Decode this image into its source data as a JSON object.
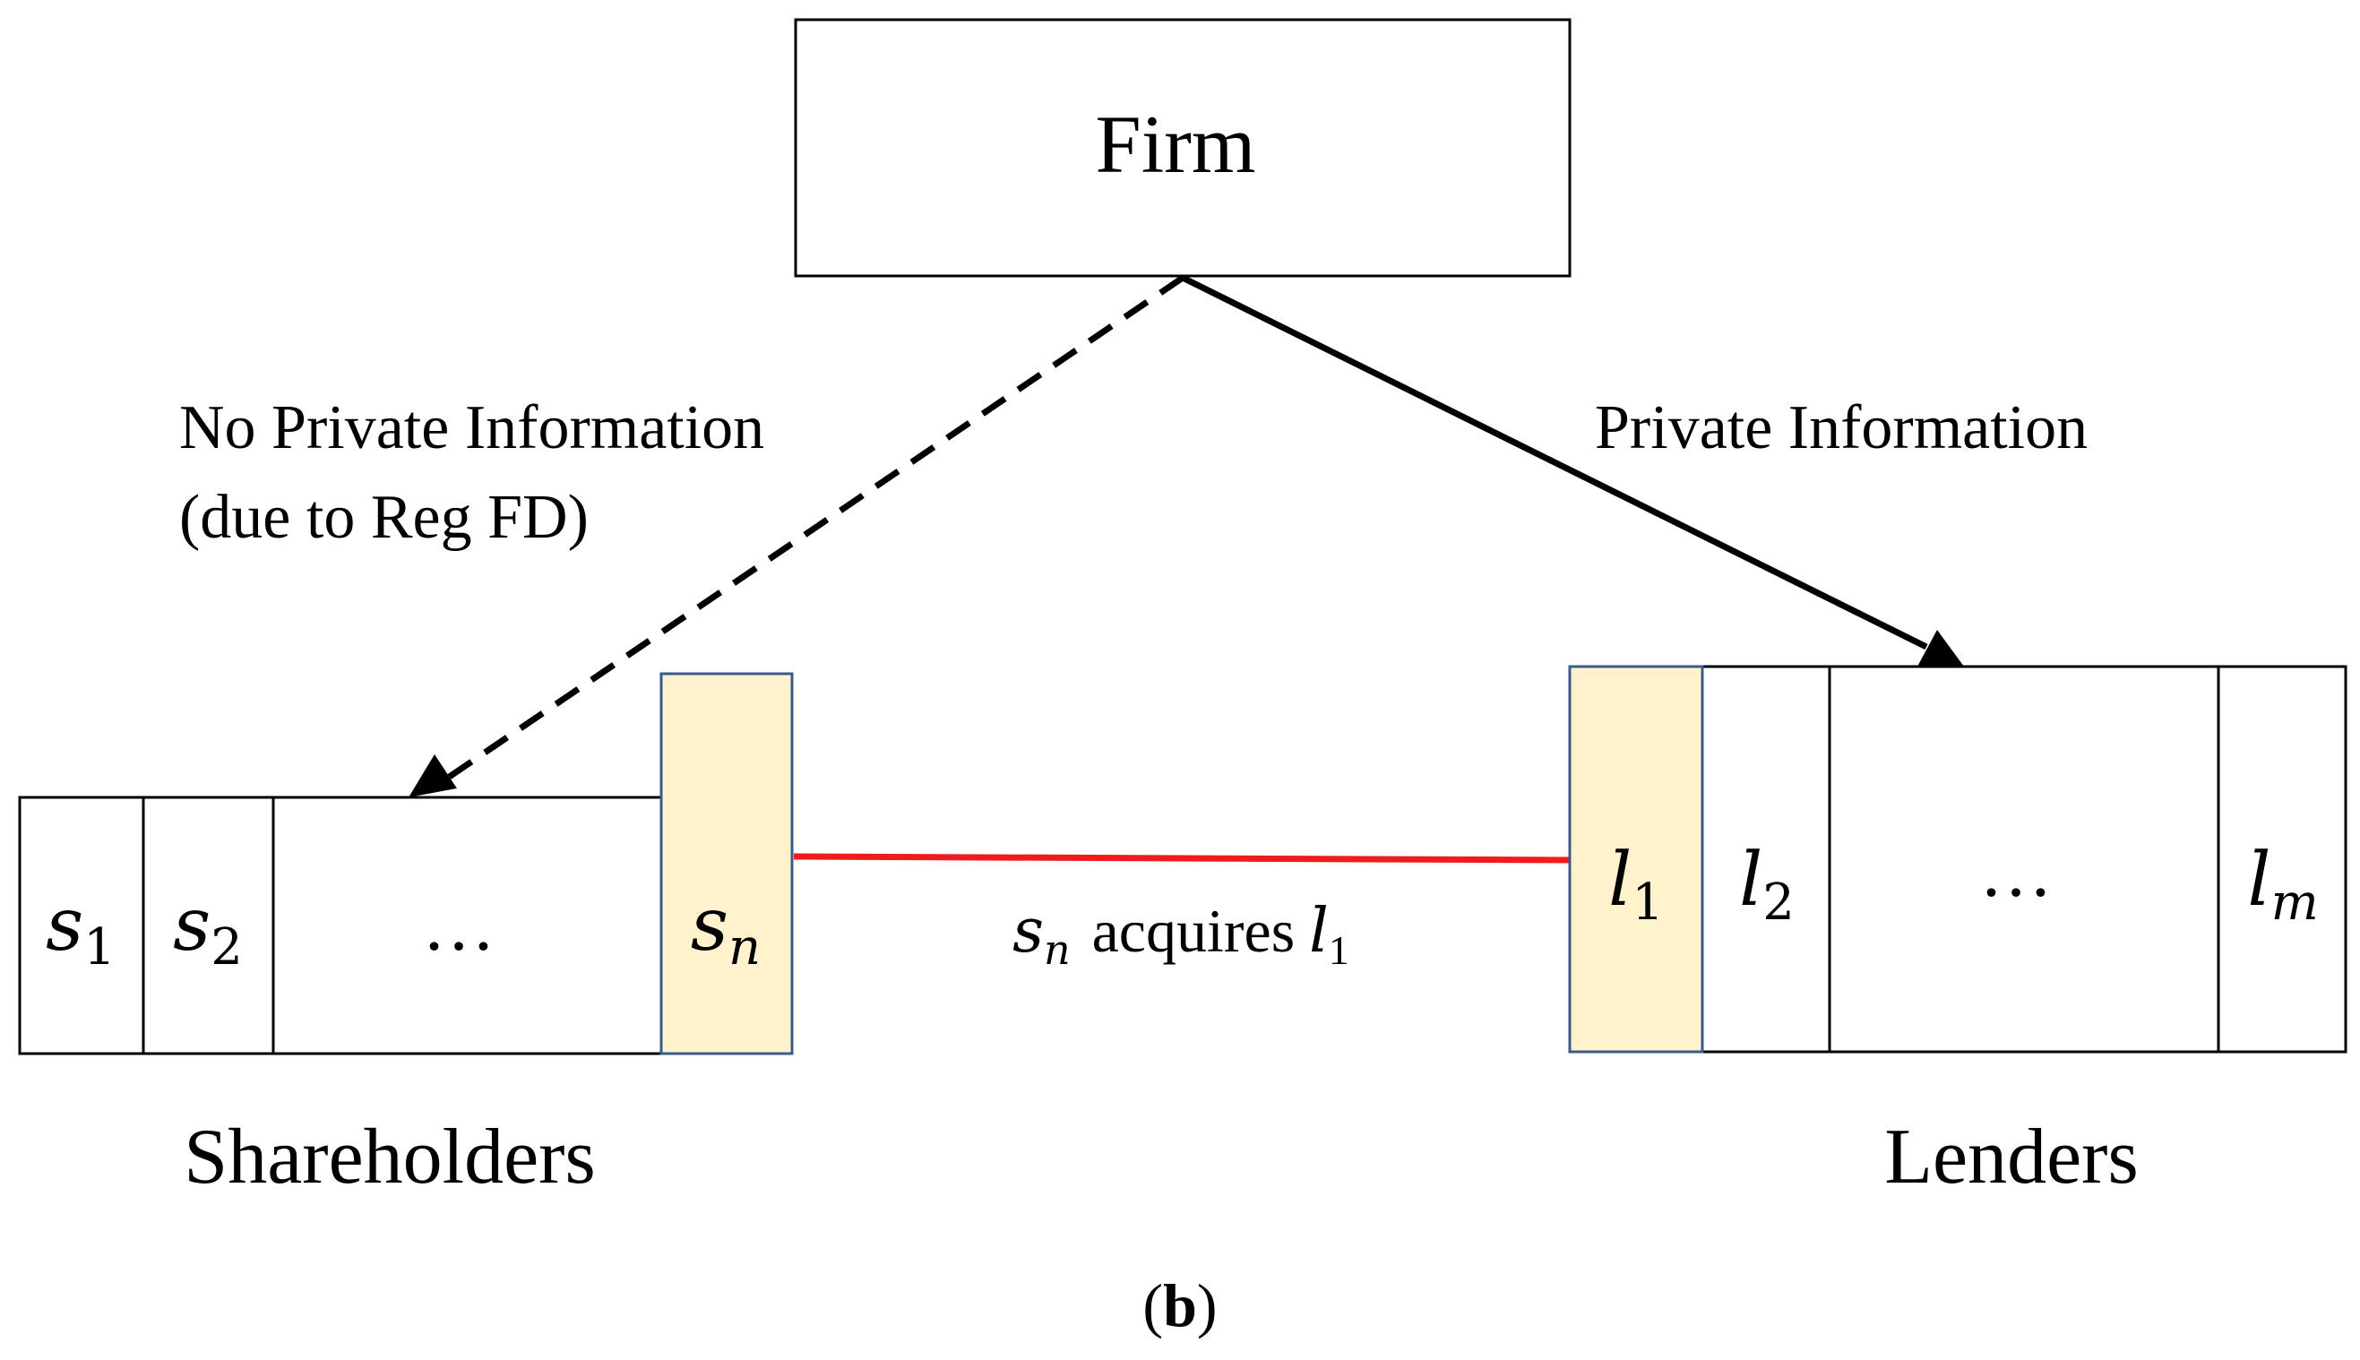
{
  "firm": {
    "label": "Firm"
  },
  "edges": {
    "no_private": {
      "line1": "No Private Information",
      "line2": "(due to Reg FD)"
    },
    "private": {
      "label": "Private Information"
    },
    "acquisition": {
      "label_prefix": "s",
      "label_prefix_sub": "n",
      "label_verb": "acquires",
      "label_object": "l",
      "label_object_sub": "1"
    }
  },
  "shareholders": {
    "title": "Shareholders",
    "cells": [
      {
        "base": "s",
        "sub": "1"
      },
      {
        "base": "s",
        "sub": "2"
      },
      {
        "base": "…",
        "sub": ""
      },
      {
        "base": "s",
        "sub": "n"
      }
    ]
  },
  "lenders": {
    "title": "Lenders",
    "cells": [
      {
        "base": "l",
        "sub": "1"
      },
      {
        "base": "l",
        "sub": "2"
      },
      {
        "base": "…",
        "sub": ""
      },
      {
        "base": "l",
        "sub": "m"
      }
    ]
  },
  "caption": {
    "bold": "b",
    "open": "(",
    "close": ")"
  },
  "colors": {
    "highlight_fill": "#fff2cc",
    "highlight_stroke": "#3a5a8c",
    "acquire_line": "#ee1c1c"
  }
}
